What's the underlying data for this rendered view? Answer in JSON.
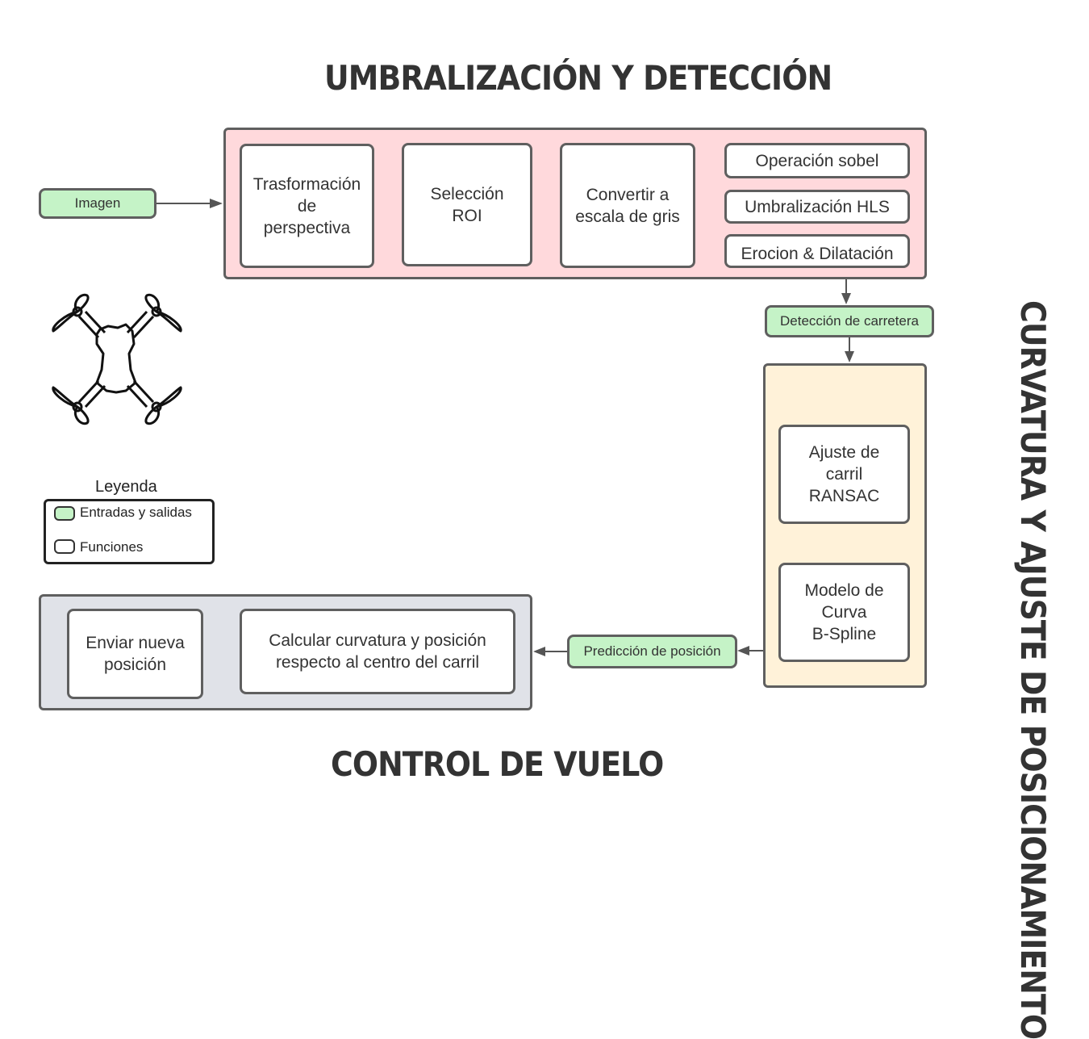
{
  "titles": {
    "top": "UMBRALIZACIÓN Y DETECCIÓN",
    "right": "CURVATURA Y AJUSTE DE POSICIONAMIENTO",
    "bottom": "CONTROL DE VUELO"
  },
  "colors": {
    "threshold_group": "#ffd9dc",
    "curvature_group": "#fff2d9",
    "control_group": "#e0e2e8",
    "io_fill": "#c5f3c7",
    "stroke": "#5f5f5f"
  },
  "threshold": {
    "transform": "Trasformación\nde\nperspectiva",
    "roi": "Selección\nROI",
    "gray": "Convertir a\nescala de gris",
    "sobel": "Operación sobel",
    "hls": "Umbralización HLS",
    "erosion": "Erocion & Dilatación"
  },
  "curvature": {
    "ransac": "Ajuste de\ncarril\nRANSAC",
    "bspline": "Modelo de\nCurva\nB-Spline"
  },
  "control": {
    "send": "Enviar nueva\nposición",
    "calc": "Calcular curvatura y posición\nrespecto al centro del carril"
  },
  "io": {
    "image": "Imagen",
    "road": "Detección de carretera",
    "prediction": "Predicción de posición"
  },
  "legend": {
    "title": "Leyenda",
    "io_label": "Entradas y salidas",
    "fn_label": "Funciones"
  },
  "icons": {
    "drone": "drone-icon"
  }
}
